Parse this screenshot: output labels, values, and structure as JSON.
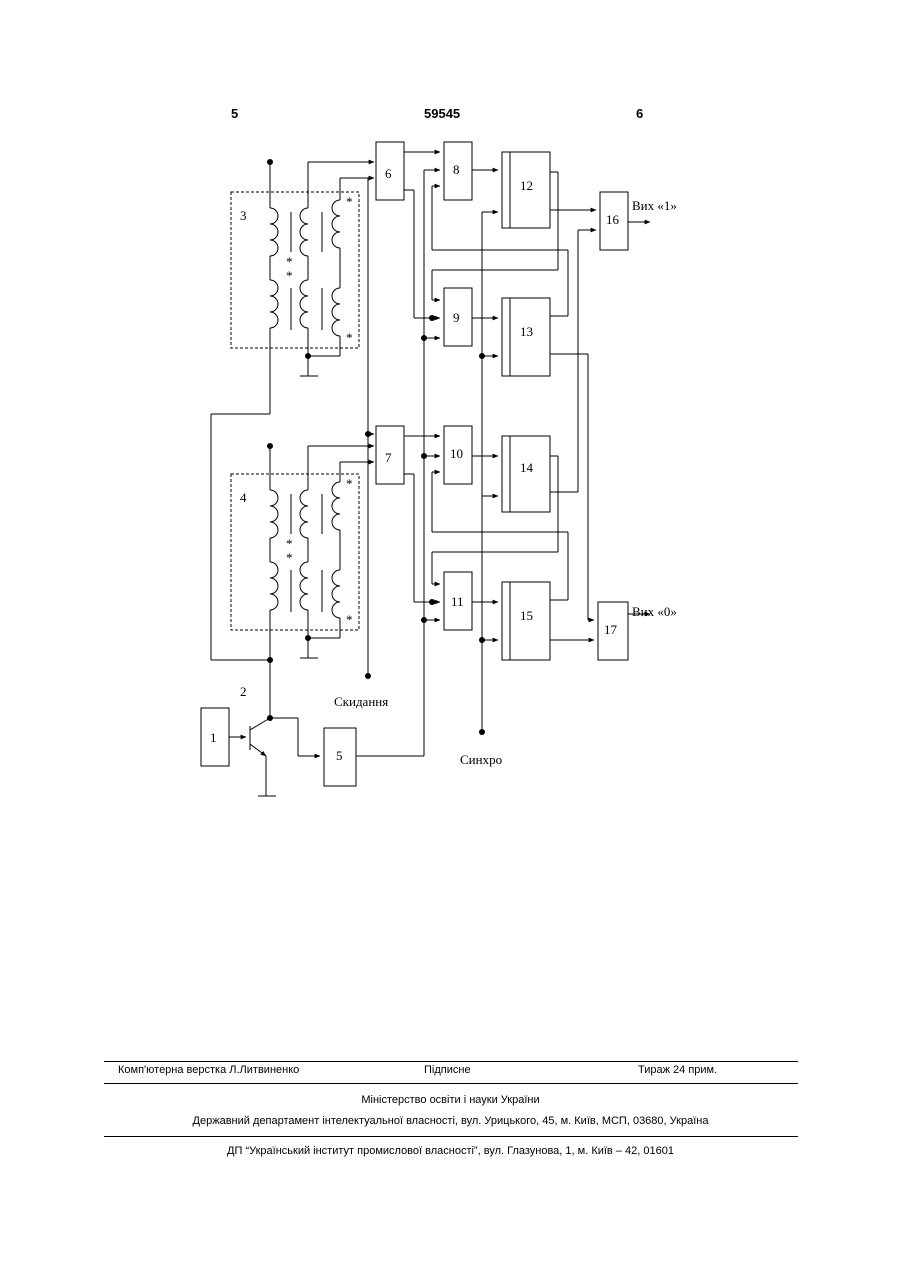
{
  "header": {
    "page_left": "5",
    "patent_number": "59545",
    "page_right": "6"
  },
  "diagram": {
    "block_labels": [
      "1",
      "2",
      "3",
      "4",
      "5",
      "6",
      "7",
      "8",
      "9",
      "10",
      "11",
      "12",
      "13",
      "14",
      "15",
      "16",
      "17"
    ],
    "signals": {
      "out_one": "Вих «1»",
      "out_zero": "Вих «0»",
      "reset": "Скидання",
      "sync": "Синхро"
    }
  },
  "footer": {
    "typesetting": "Комп'ютерна верстка Л.Литвиненко",
    "signed": "Підписне",
    "circulation": "Тираж 24 прим.",
    "ministry": "Міністерство освіти і науки України",
    "department": "Державний департамент інтелектуальної власності, вул. Урицького, 45, м. Київ, МСП, 03680, Україна",
    "institute": "ДП “Український інститут промислової власності”, вул. Глазунова, 1, м. Київ – 42, 01601"
  }
}
